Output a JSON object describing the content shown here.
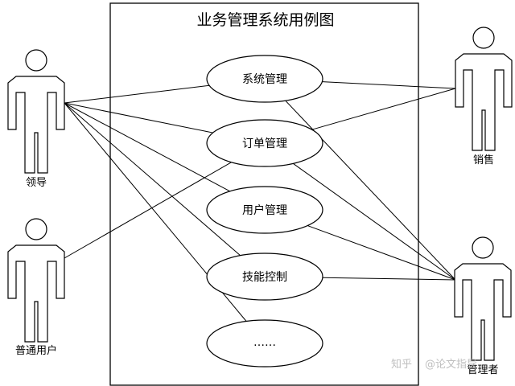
{
  "system": {
    "title": "业务管理系统用例图"
  },
  "use_cases": [
    {
      "id": "uc-system-management",
      "label": "系统管理"
    },
    {
      "id": "uc-order-management",
      "label": "订单管理"
    },
    {
      "id": "uc-user-management",
      "label": "用户管理"
    },
    {
      "id": "uc-skill-control",
      "label": "技能控制"
    },
    {
      "id": "uc-more",
      "label": "……"
    }
  ],
  "actors": [
    {
      "id": "actor-leader",
      "label": "领导"
    },
    {
      "id": "actor-normal-user",
      "label": "普通用户"
    },
    {
      "id": "actor-sales",
      "label": "销售"
    },
    {
      "id": "actor-admin",
      "label": "管理者"
    }
  ],
  "associations": [
    {
      "from": "actor-leader",
      "to": "uc-system-management"
    },
    {
      "from": "actor-leader",
      "to": "uc-order-management"
    },
    {
      "from": "actor-leader",
      "to": "uc-user-management"
    },
    {
      "from": "actor-leader",
      "to": "uc-skill-control"
    },
    {
      "from": "actor-leader",
      "to": "uc-more"
    },
    {
      "from": "actor-normal-user",
      "to": "uc-order-management"
    },
    {
      "from": "actor-sales",
      "to": "uc-system-management"
    },
    {
      "from": "actor-sales",
      "to": "uc-order-management"
    },
    {
      "from": "actor-admin",
      "to": "uc-system-management"
    },
    {
      "from": "actor-admin",
      "to": "uc-order-management"
    },
    {
      "from": "actor-admin",
      "to": "uc-user-management"
    },
    {
      "from": "actor-admin",
      "to": "uc-skill-control"
    }
  ],
  "watermark": {
    "brand": "知乎",
    "handle": "@论文指导"
  },
  "colors": {
    "stroke": "#000000",
    "background": "#ffffff",
    "watermark": "#b8b8b8"
  }
}
